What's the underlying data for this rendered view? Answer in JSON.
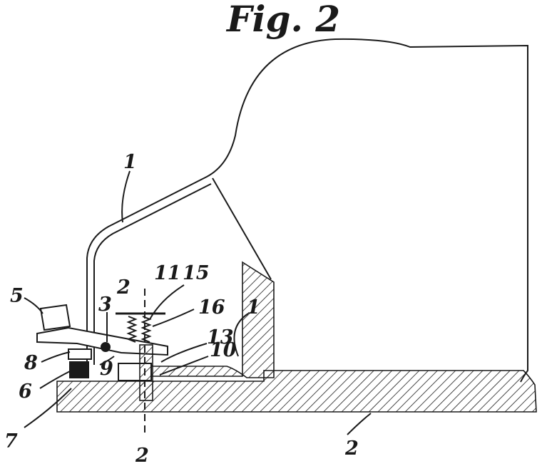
{
  "figure": {
    "title": "Fig. 2"
  },
  "labels": {
    "l1a": "1",
    "l1b": "1",
    "l2a": "2",
    "l2b": "2",
    "l2c": "2",
    "l3": "3",
    "l5": "5",
    "l6": "6",
    "l7": "7",
    "l8": "8",
    "l9": "9",
    "l10": "10",
    "l11": "11",
    "l13": "13",
    "l15": "15",
    "l16": "16"
  }
}
